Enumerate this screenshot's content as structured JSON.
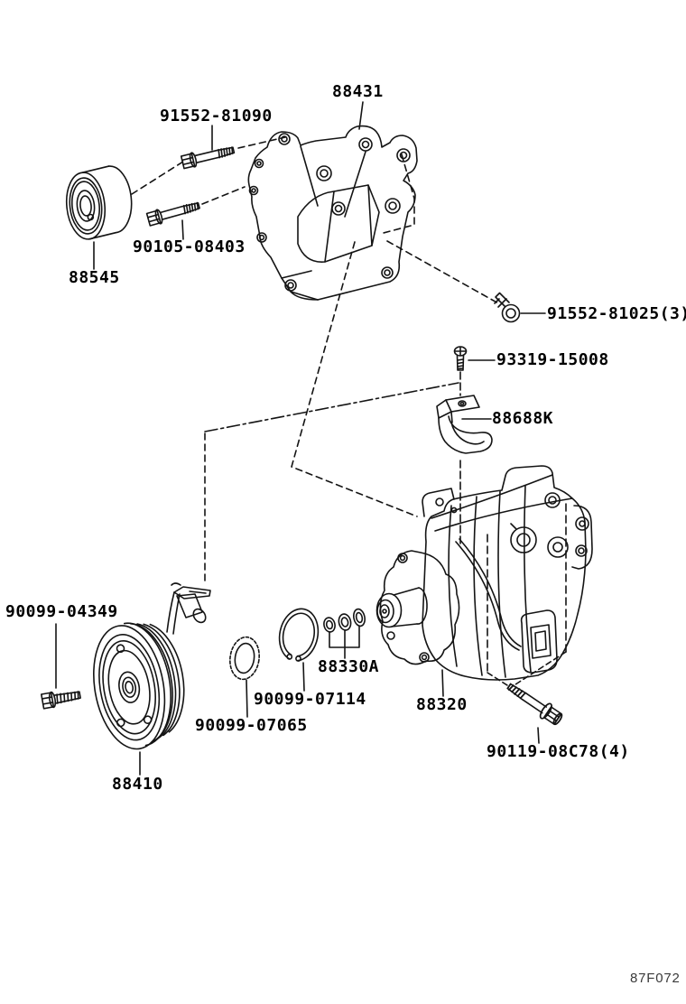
{
  "figure": {
    "code": "87F072"
  },
  "colors": {
    "background": "#ffffff",
    "line": "#141414",
    "label_text": "#000000"
  },
  "callouts": {
    "c88431": "88431",
    "c91552_81090": "91552-81090",
    "c90105_08403": "90105-08403",
    "c88545": "88545",
    "c91552_81025_3": "91552-81025(3)",
    "c93319_15008": "93319-15008",
    "c88688K": "88688K",
    "c88330A": "88330A",
    "c88320": "88320",
    "c90119_08C78_4": "90119-08C78(4)",
    "c90099_07114": "90099-07114",
    "c90099_07065": "90099-07065",
    "c90099_04349": "90099-04349",
    "c88410": "88410"
  }
}
